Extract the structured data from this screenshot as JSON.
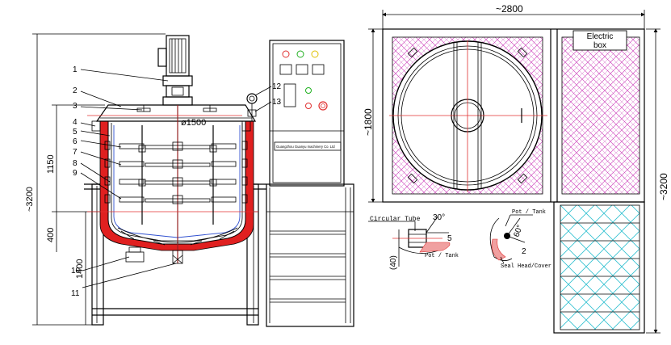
{
  "dimensions": {
    "total_width": "~2800",
    "total_height_left": "~3200",
    "total_height_right": "~3200",
    "top_view_height": "~1800",
    "tank_diameter": "ø1500",
    "height_1150": "1150",
    "height_400": "400",
    "height_1400": "1400"
  },
  "part_numbers": [
    "1",
    "2",
    "3",
    "4",
    "5",
    "6",
    "7",
    "8",
    "9",
    "10",
    "11",
    "12",
    "13"
  ],
  "control_panel": {
    "nameplate": "Guangzhou Guanyu machinery Co. Ltd"
  },
  "top_view": {
    "electric_box_line1": "Electric",
    "electric_box_line2": "box"
  },
  "detail_a": {
    "circular_tube": "Circular Tube",
    "angle": "30°",
    "num": "5",
    "pot_tank": "Pot / Tank",
    "dim_40": "(40)"
  },
  "detail_b": {
    "pot_tank": "Pot / Tank",
    "angle": "60°",
    "num": "2",
    "seal": "Seal Head/Cover"
  },
  "colors": {
    "line": "#000000",
    "jacket_red": "#e02020",
    "panel_red": "#e03030",
    "panel_green": "#20b020",
    "panel_yellow": "#e0c000",
    "hatch_magenta": "#d050c0",
    "hatch_cyan": "#30c0d0",
    "blue_line": "#3050d0"
  }
}
